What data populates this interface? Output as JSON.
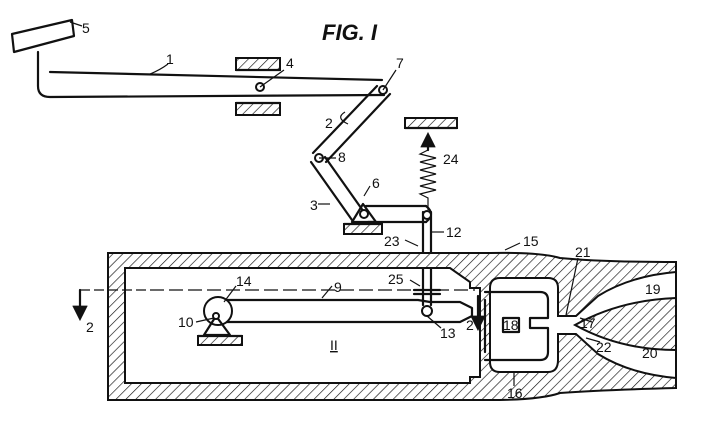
{
  "figure": {
    "title": "FIG. I",
    "labels": {
      "n1": "1",
      "n2": "2",
      "n3": "3",
      "n4": "4",
      "n5": "5",
      "n6": "6",
      "n7": "7",
      "n8": "8",
      "n9": "9",
      "n10": "10",
      "n11": "II",
      "n12": "12",
      "n13": "13",
      "n14": "14",
      "n15": "15",
      "n16": "16",
      "n17": "17",
      "n18": "18",
      "n19": "19",
      "n20": "20",
      "n21": "21",
      "n22": "22",
      "n23": "23",
      "n24": "24",
      "n25": "25",
      "sec_a": "2",
      "sec_b": "2"
    }
  }
}
